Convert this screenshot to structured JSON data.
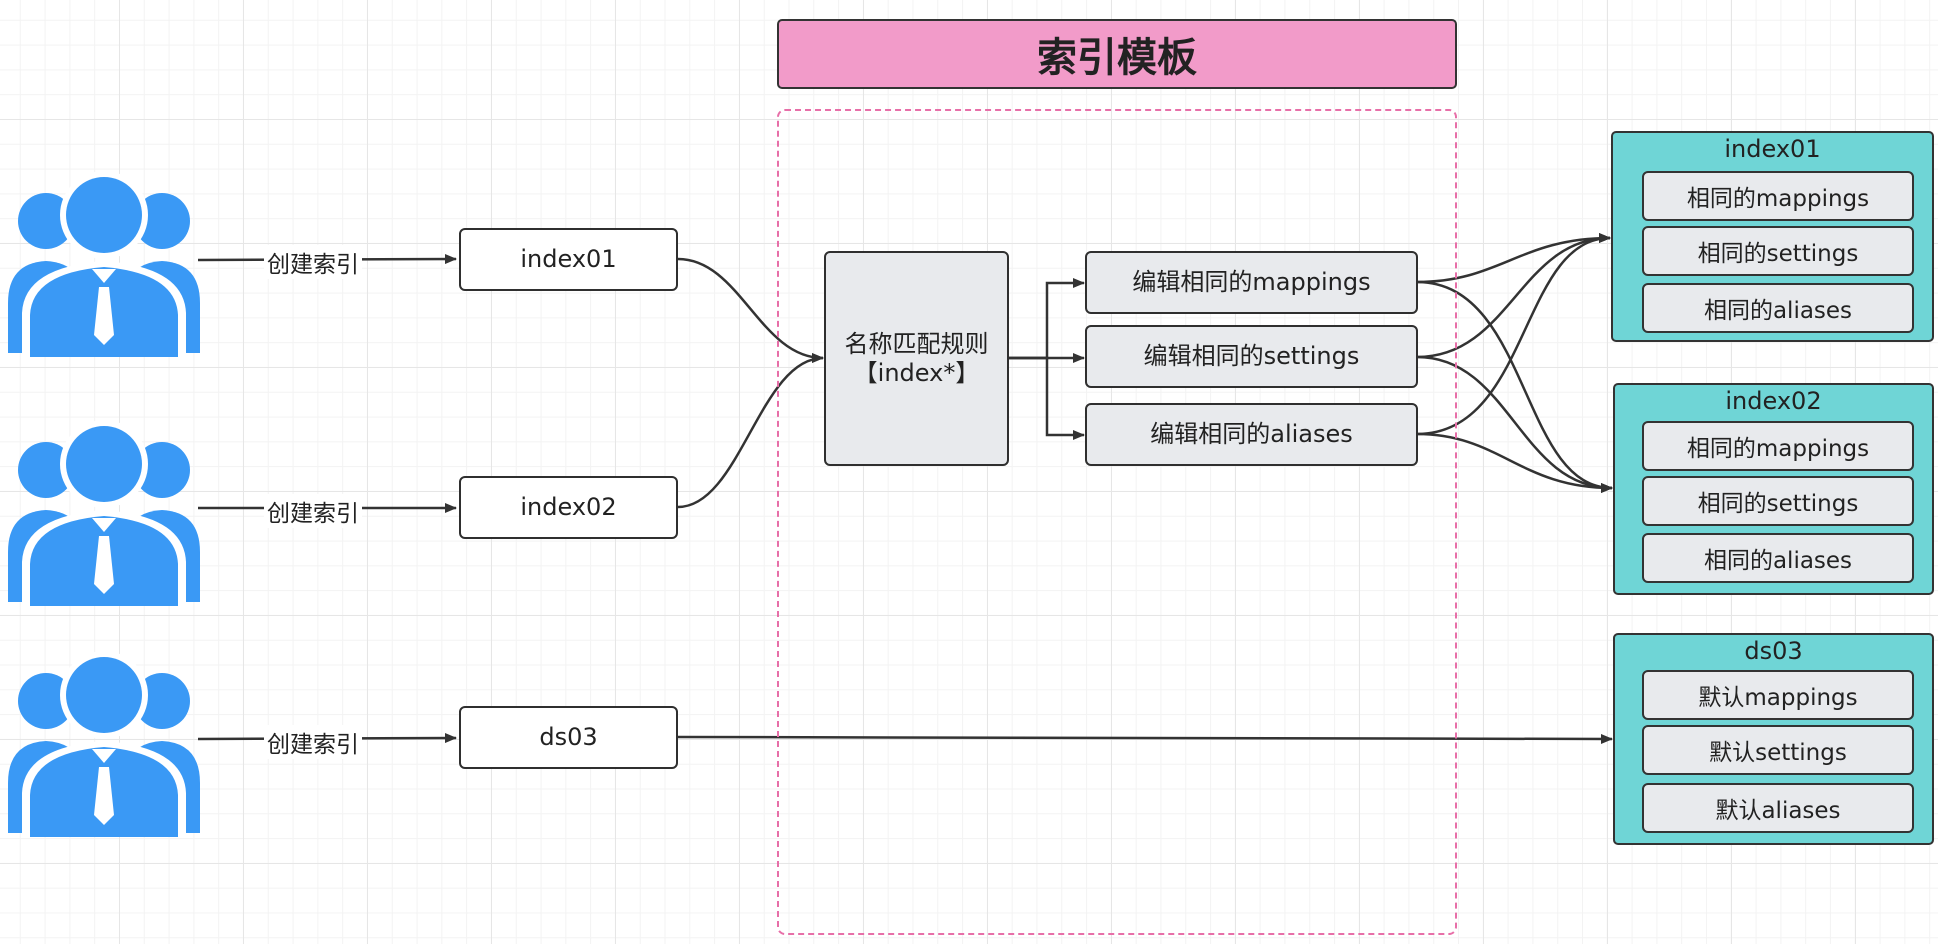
{
  "colors": {
    "title_fill": "#f29bc9",
    "dashed_border": "#e76fa8",
    "user_icon": "#3a99f5",
    "result_fill": "#6fd5d6",
    "node_fill": "#e8eaed",
    "line": "#333333"
  },
  "title": "索引模板",
  "users": [
    {
      "icon": "user-group-icon",
      "action": "创建索引",
      "index": "index01"
    },
    {
      "icon": "user-group-icon",
      "action": "创建索引",
      "index": "index02"
    },
    {
      "icon": "user-group-icon",
      "action": "创建索引",
      "index": "ds03"
    }
  ],
  "template": {
    "match_rule_line1": "名称匹配规则",
    "match_rule_line2": "【index*】",
    "edits": [
      "编辑相同的mappings",
      "编辑相同的settings",
      "编辑相同的aliases"
    ]
  },
  "results": [
    {
      "name": "index01",
      "items": [
        "相同的mappings",
        "相同的settings",
        "相同的aliases"
      ]
    },
    {
      "name": "index02",
      "items": [
        "相同的mappings",
        "相同的settings",
        "相同的aliases"
      ]
    },
    {
      "name": "ds03",
      "items": [
        "默认mappings",
        "默认settings",
        "默认aliases"
      ]
    }
  ]
}
